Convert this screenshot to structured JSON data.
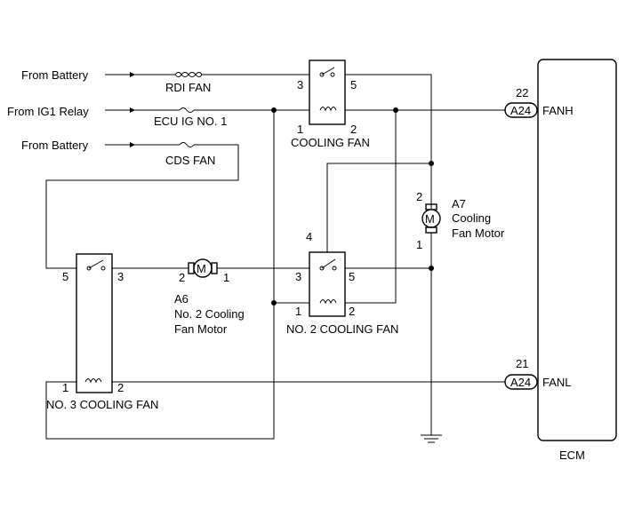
{
  "sources": {
    "battery_1": "From Battery",
    "ig1_relay": "From IG1 Relay",
    "battery_2": "From Battery"
  },
  "fuses": {
    "rdi_fan": "RDI FAN",
    "ecu_ig": "ECU IG NO. 1",
    "cds_fan": "CDS FAN"
  },
  "relay_cooling_fan": {
    "name": "COOLING FAN",
    "pin_3": "3",
    "pin_5": "5",
    "pin_1": "1",
    "pin_2": "2"
  },
  "relay_no2": {
    "name": "NO. 2 COOLING FAN",
    "pin_4": "4",
    "pin_3": "3",
    "pin_5": "5",
    "pin_1": "1",
    "pin_2": "2"
  },
  "relay_no3": {
    "name": "NO. 3 COOLING FAN",
    "pin_5": "5",
    "pin_3": "3",
    "pin_1": "1",
    "pin_2": "2"
  },
  "motor_a6": {
    "id": "A6",
    "line1": "No. 2 Cooling",
    "line2": "Fan Motor",
    "pin_left": "2",
    "pin_right": "1",
    "symbol": "M"
  },
  "motor_a7": {
    "id": "A7",
    "line1": "Cooling",
    "line2": "Fan Motor",
    "pin_top": "2",
    "pin_bottom": "1",
    "symbol": "M"
  },
  "ecm": {
    "name": "ECM",
    "fanh": {
      "connector": "A24",
      "pin": "22",
      "label": "FANH"
    },
    "fanl": {
      "connector": "A24",
      "pin": "21",
      "label": "FANL"
    }
  }
}
